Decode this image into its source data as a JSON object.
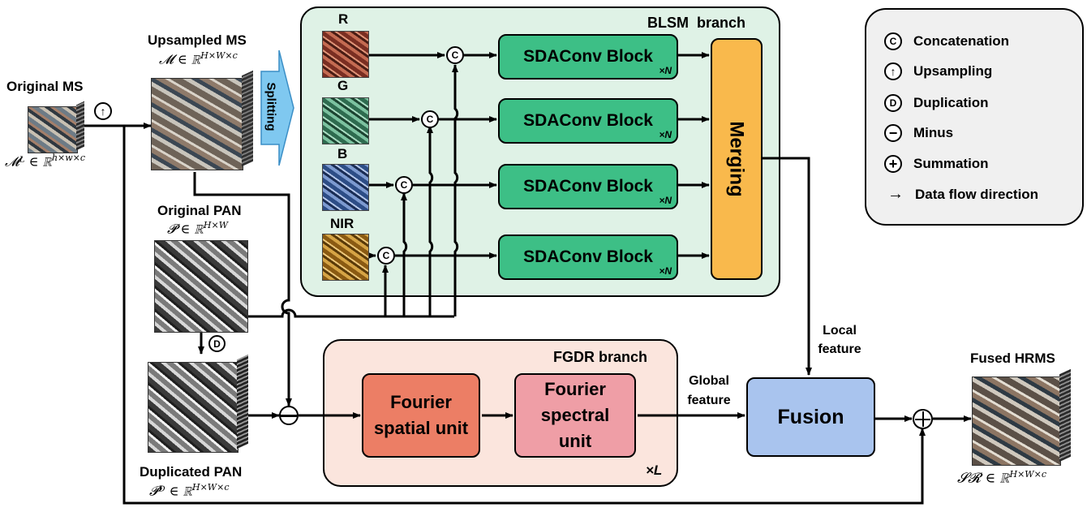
{
  "inputs": {
    "original_ms": {
      "label": "Original MS",
      "math": "𝓜ᴸ ∈ ℝ",
      "sup": "h×w×c"
    },
    "upsampled_ms": {
      "label": "Upsampled MS",
      "math": "𝓜 ∈ ℝ",
      "sup": "H×W×c"
    },
    "original_pan": {
      "label": "Original PAN",
      "math": "𝓟 ∈ ℝ",
      "sup": "H×W"
    },
    "duplicated_pan": {
      "label": "Duplicated PAN",
      "math": "𝓟ᴰ ∈ ℝ",
      "sup": "H×W×c"
    }
  },
  "splitting_label": "Splitting",
  "blsm": {
    "title": "BLSM  branch",
    "bands": [
      "R",
      "G",
      "B",
      "NIR"
    ],
    "block_label": "SDAConv Block",
    "block_suffix": "×N",
    "merging_label": "Merging"
  },
  "fgdr": {
    "title": "FGDR branch",
    "spatial_unit": "Fourier spatial unit",
    "spectral_unit": "Fourier spectral unit",
    "repeat": "×L"
  },
  "local_feature": "Local feature",
  "global_feature": "Global feature",
  "fusion_label": "Fusion",
  "output": {
    "label": "Fused HRMS",
    "math": "𝓢𝓡 ∈ ℝ",
    "sup": "H×W×c"
  },
  "legend": {
    "items": [
      {
        "symbol": "C",
        "label": "Concatenation"
      },
      {
        "symbol": "↑",
        "label": "Upsampling"
      },
      {
        "symbol": "D",
        "label": "Duplication"
      },
      {
        "symbol": "−",
        "label": "Minus"
      },
      {
        "symbol": "+",
        "label": "Summation"
      },
      {
        "symbol": "→",
        "label": "Data flow direction"
      }
    ]
  },
  "op_symbols": {
    "concat": "C",
    "upsample": "↑",
    "duplicate": "D"
  },
  "colors": {
    "blsm_panel": "#dff2e6",
    "fgdr_panel": "#fbe5dd",
    "sdaconv": "#3dbf86",
    "merging": "#f9b94c",
    "fourier_spatial": "#ec7e65",
    "fourier_spectral": "#ef9ea6",
    "fusion": "#a9c4ee",
    "splitting_arrow": "#7fc8f0",
    "legend_bg": "#f0f0f0"
  }
}
